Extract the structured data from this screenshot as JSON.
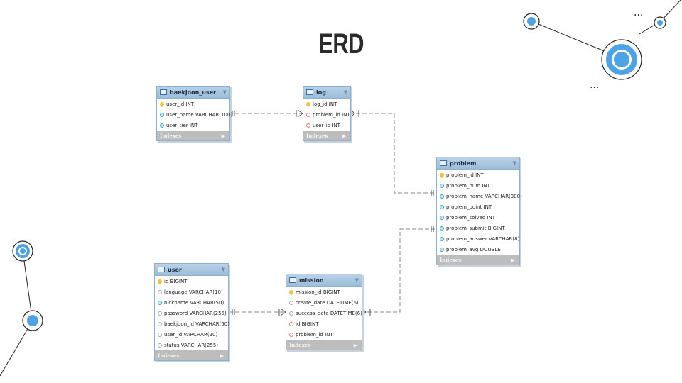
{
  "title": "ERD",
  "tables": {
    "baekjoon_user": {
      "name": "baekjoon_user",
      "columns": [
        {
          "text": "user_id INT",
          "kind": "pk"
        },
        {
          "text": "user_name VARCHAR(100)",
          "kind": "col"
        },
        {
          "text": "user_tier INT",
          "kind": "col"
        }
      ],
      "footer": "Indexes"
    },
    "log": {
      "name": "log",
      "columns": [
        {
          "text": "log_id INT",
          "kind": "pk"
        },
        {
          "text": "problem_id INT",
          "kind": "fk"
        },
        {
          "text": "user_id INT",
          "kind": "fk"
        }
      ],
      "footer": "Indexes"
    },
    "problem": {
      "name": "problem",
      "columns": [
        {
          "text": "problem_id INT",
          "kind": "pk"
        },
        {
          "text": "problem_num INT",
          "kind": "col"
        },
        {
          "text": "problem_name VARCHAR(300)",
          "kind": "col"
        },
        {
          "text": "problem_point INT",
          "kind": "col"
        },
        {
          "text": "problem_solved INT",
          "kind": "col"
        },
        {
          "text": "problem_submit BIGINT",
          "kind": "col"
        },
        {
          "text": "problem_answer VARCHAR(8)",
          "kind": "col"
        },
        {
          "text": "problem_avg DOUBLE",
          "kind": "col"
        }
      ],
      "footer": "Indexes"
    },
    "user": {
      "name": "user",
      "columns": [
        {
          "text": "id BIGINT",
          "kind": "pk"
        },
        {
          "text": "language VARCHAR(10)",
          "kind": "colw"
        },
        {
          "text": "nickname VARCHAR(50)",
          "kind": "col"
        },
        {
          "text": "password VARCHAR(255)",
          "kind": "colw"
        },
        {
          "text": "baekjoon_id VARCHAR(50)",
          "kind": "colw"
        },
        {
          "text": "user_id VARCHAR(20)",
          "kind": "colw"
        },
        {
          "text": "status VARCHAR(255)",
          "kind": "colw"
        }
      ],
      "footer": "Indexes"
    },
    "mission": {
      "name": "mission",
      "columns": [
        {
          "text": "mission_id BIGINT",
          "kind": "pk"
        },
        {
          "text": "create_date DATETIME(6)",
          "kind": "colw"
        },
        {
          "text": "success_date DATETIME(6)",
          "kind": "colw"
        },
        {
          "text": "id BIGINT",
          "kind": "fk"
        },
        {
          "text": "problem_id INT",
          "kind": "fk"
        }
      ],
      "footer": "Indexes"
    }
  },
  "decoration": {
    "dots_top": "...",
    "dots_bottom": "...",
    "accent": "#4da3e6"
  }
}
